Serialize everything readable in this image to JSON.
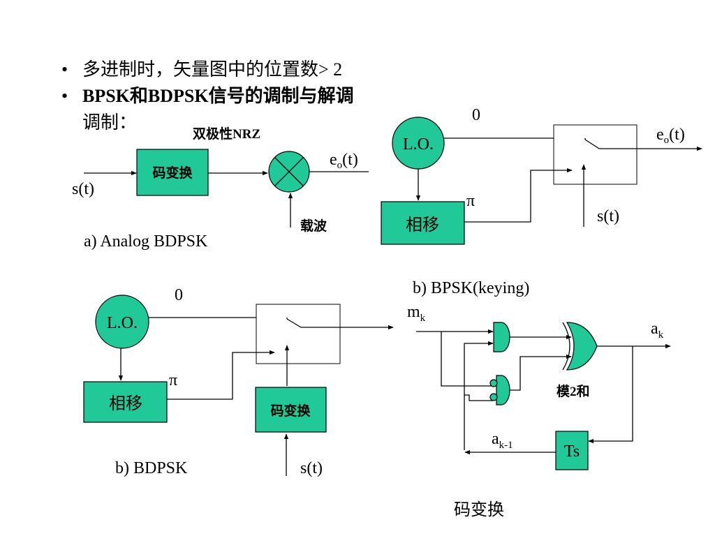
{
  "bullets": [
    "多进制时，矢量图中的位置数> 2",
    "BPSK和BDPSK信号的调制与解调"
  ],
  "subheading": "调制：",
  "diagram_a": {
    "nrz_label": "双极性NRZ",
    "encoder_label": "码变换",
    "input_label": "s(t)",
    "output_label_main": "e",
    "output_label_sub": "o",
    "output_label_tail": "(t)",
    "carrier_label": "载波",
    "caption": "a) Analog BDPSK"
  },
  "diagram_b_keying": {
    "lo_label": "L.O.",
    "zero_label": "0",
    "pi_label": "π",
    "shifter_label": "相移",
    "output_label_main": "e",
    "output_label_sub": "o",
    "output_label_tail": "(t)",
    "control_label": "s(t)",
    "caption": "b) BPSK(keying)"
  },
  "diagram_b_bdpsk": {
    "lo_label": "L.O.",
    "zero_label": "0",
    "pi_label": "π",
    "shifter_label": "相移",
    "encoder_label": "码变换",
    "input_label": "s(t)",
    "caption": "b) BDPSK"
  },
  "diagram_logic": {
    "input_main": "m",
    "input_sub": "k",
    "output_main": "a",
    "output_sub": "k",
    "xor_label": "模2和",
    "delay_label": "Ts",
    "feedback_main": "a",
    "feedback_sub": "k-1",
    "caption": "码变换"
  },
  "colors": {
    "block_fill": "#20c997",
    "line": "#000000",
    "background": "#ffffff"
  }
}
